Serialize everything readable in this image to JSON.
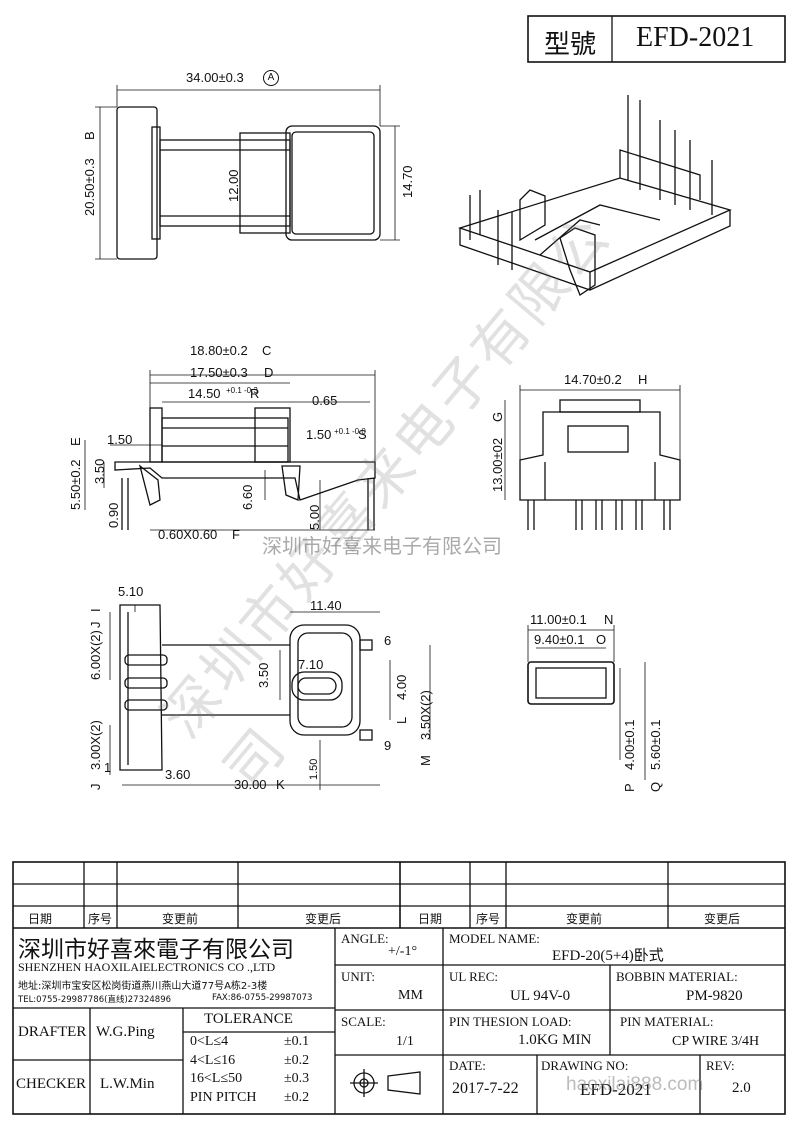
{
  "model_box": {
    "label": "型號",
    "value": "EFD-2021"
  },
  "dimensions": {
    "top_view": {
      "overall_length": "34.00±0.3",
      "overall_length_ref": "A",
      "height": "20.50±0.3",
      "height_ref": "B",
      "core": "12.00",
      "flange": "14.70"
    },
    "side_view": {
      "c": "18.80±0.2",
      "c_ref": "C",
      "d": "17.50±0.3",
      "d_ref": "D",
      "r": "14.50",
      "r_tol": "+0.1 -0.3",
      "r_ref": "R",
      "t1": "0.65",
      "s": "1.50",
      "s_tol": "+0.1 -0.0",
      "s_ref": "S",
      "e": "5.50±0.2",
      "e_ref": "E",
      "w1": "1.50",
      "h1": "3.50",
      "h2": "6.60",
      "h3": "0.90",
      "h4": "5.00",
      "pin": "0.60X0.60",
      "pin_ref": "F"
    },
    "end_view": {
      "width": "14.70±0.2",
      "width_ref": "H",
      "height": "13.00±02",
      "height_ref": "G"
    },
    "bottom_view": {
      "w": "5.10",
      "i_ref": "I",
      "pitch_j": "6.00X(2)",
      "pitch_j_ref": "J",
      "a": "11.40",
      "pin6": "6",
      "b": "3.50",
      "c": "7.10",
      "l": "4.00",
      "l_ref": "L",
      "pin9": "9",
      "m": "3.50X(2)",
      "m_ref": "M",
      "pitch_k": "3.00X(2)",
      "pitch_k_ref": "J",
      "pin1": "1",
      "d": "3.60",
      "k": "30.00",
      "k_ref": "K",
      "e": "1.50"
    },
    "section_view": {
      "n": "11.00±0.1",
      "n_ref": "N",
      "o": "9.40±0.1",
      "o_ref": "O",
      "p": "4.00±0.1",
      "p_ref": "P",
      "q": "5.60±0.1",
      "q_ref": "Q"
    }
  },
  "watermark": "深圳市好喜来电子有限公司",
  "footer_watermark": "haoxilai888.com",
  "revision_table": {
    "headers_left": [
      "日期",
      "序号",
      "变更前",
      "变更后"
    ],
    "headers_right": [
      "日期",
      "序号",
      "变更前",
      "变更后"
    ]
  },
  "company": {
    "name_cn": "深圳市好喜來電子有限公司",
    "name_en": "SHENZHEN HAOXILAIELECTRONICS CO .,LTD",
    "address": "地址:深圳市宝安区松岗街道燕川燕山大道77号A栋2-3楼",
    "tel": "TEL:0755-29987786(直线)27324896",
    "fax": "FAX:86-0755-29987073"
  },
  "title_block": {
    "angle_label": "ANGLE:",
    "angle_value": "+/-1°",
    "unit_label": "UNIT:",
    "unit_value": "MM",
    "scale_label": "SCALE:",
    "scale_value": "1/1",
    "model_label": "MODEL NAME:",
    "model_value": "EFD-20(5+4)卧式",
    "ul_label": "UL REC:",
    "ul_value": "UL 94V-0",
    "bobbin_label": "BOBBIN MATERIAL:",
    "bobbin_value": "PM-9820",
    "pin_load_label": "PIN THESION LOAD:",
    "pin_load_value": "1.0KG MIN",
    "pin_material_label": "PIN MATERIAL:",
    "pin_material_value": "CP WIRE 3/4H",
    "date_label": "DATE:",
    "date_value": "2017-7-22",
    "drawing_label": "DRAWING NO:",
    "drawing_value": "EFD-2021",
    "rev_label": "REV:",
    "rev_value": "2.0",
    "drafter_label": "DRAFTER",
    "drafter_value": "W.G.Ping",
    "checker_label": "CHECKER",
    "checker_value": "L.W.Min",
    "tolerance_label": "TOLERANCE",
    "tolerance_rows": [
      {
        "range": "0<L≤4",
        "tol": "±0.1"
      },
      {
        "range": "4<L≤16",
        "tol": "±0.2"
      },
      {
        "range": "16<L≤50",
        "tol": "±0.3"
      },
      {
        "range": "PIN PITCH",
        "tol": "±0.2"
      }
    ]
  }
}
